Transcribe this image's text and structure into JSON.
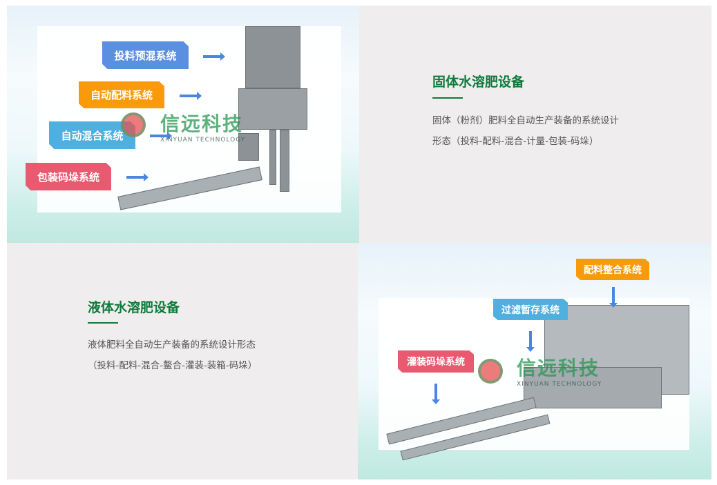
{
  "solid": {
    "title": "固体水溶肥设备",
    "desc_line1": "固体（粉剂）肥料全自动生产装备的系统设计",
    "desc_line2": "形态（投料-配料-混合-计量-包装-码垛）",
    "tags": [
      "投料预混系统",
      "自动配料系统",
      "自动混合系统",
      "包装码垛系统"
    ]
  },
  "liquid": {
    "title": "液体水溶肥设备",
    "desc_line1": "液体肥料全自动生产装备的系统设计形态",
    "desc_line2": "（投料-配料-混合-鳌合-灌装-装箱-码垛）",
    "tags": [
      "配料整合系统",
      "过滤暂存系统",
      "灌装码垛系统"
    ]
  },
  "watermark": {
    "name": "信远科技",
    "sub": "XINYUAN TECHNOLOGY"
  },
  "colors": {
    "green": "#0f7a3c",
    "blue": "#5b8fdf",
    "orange": "#f89a0a",
    "lightblue": "#4fb0e0",
    "red": "#e9596f"
  }
}
